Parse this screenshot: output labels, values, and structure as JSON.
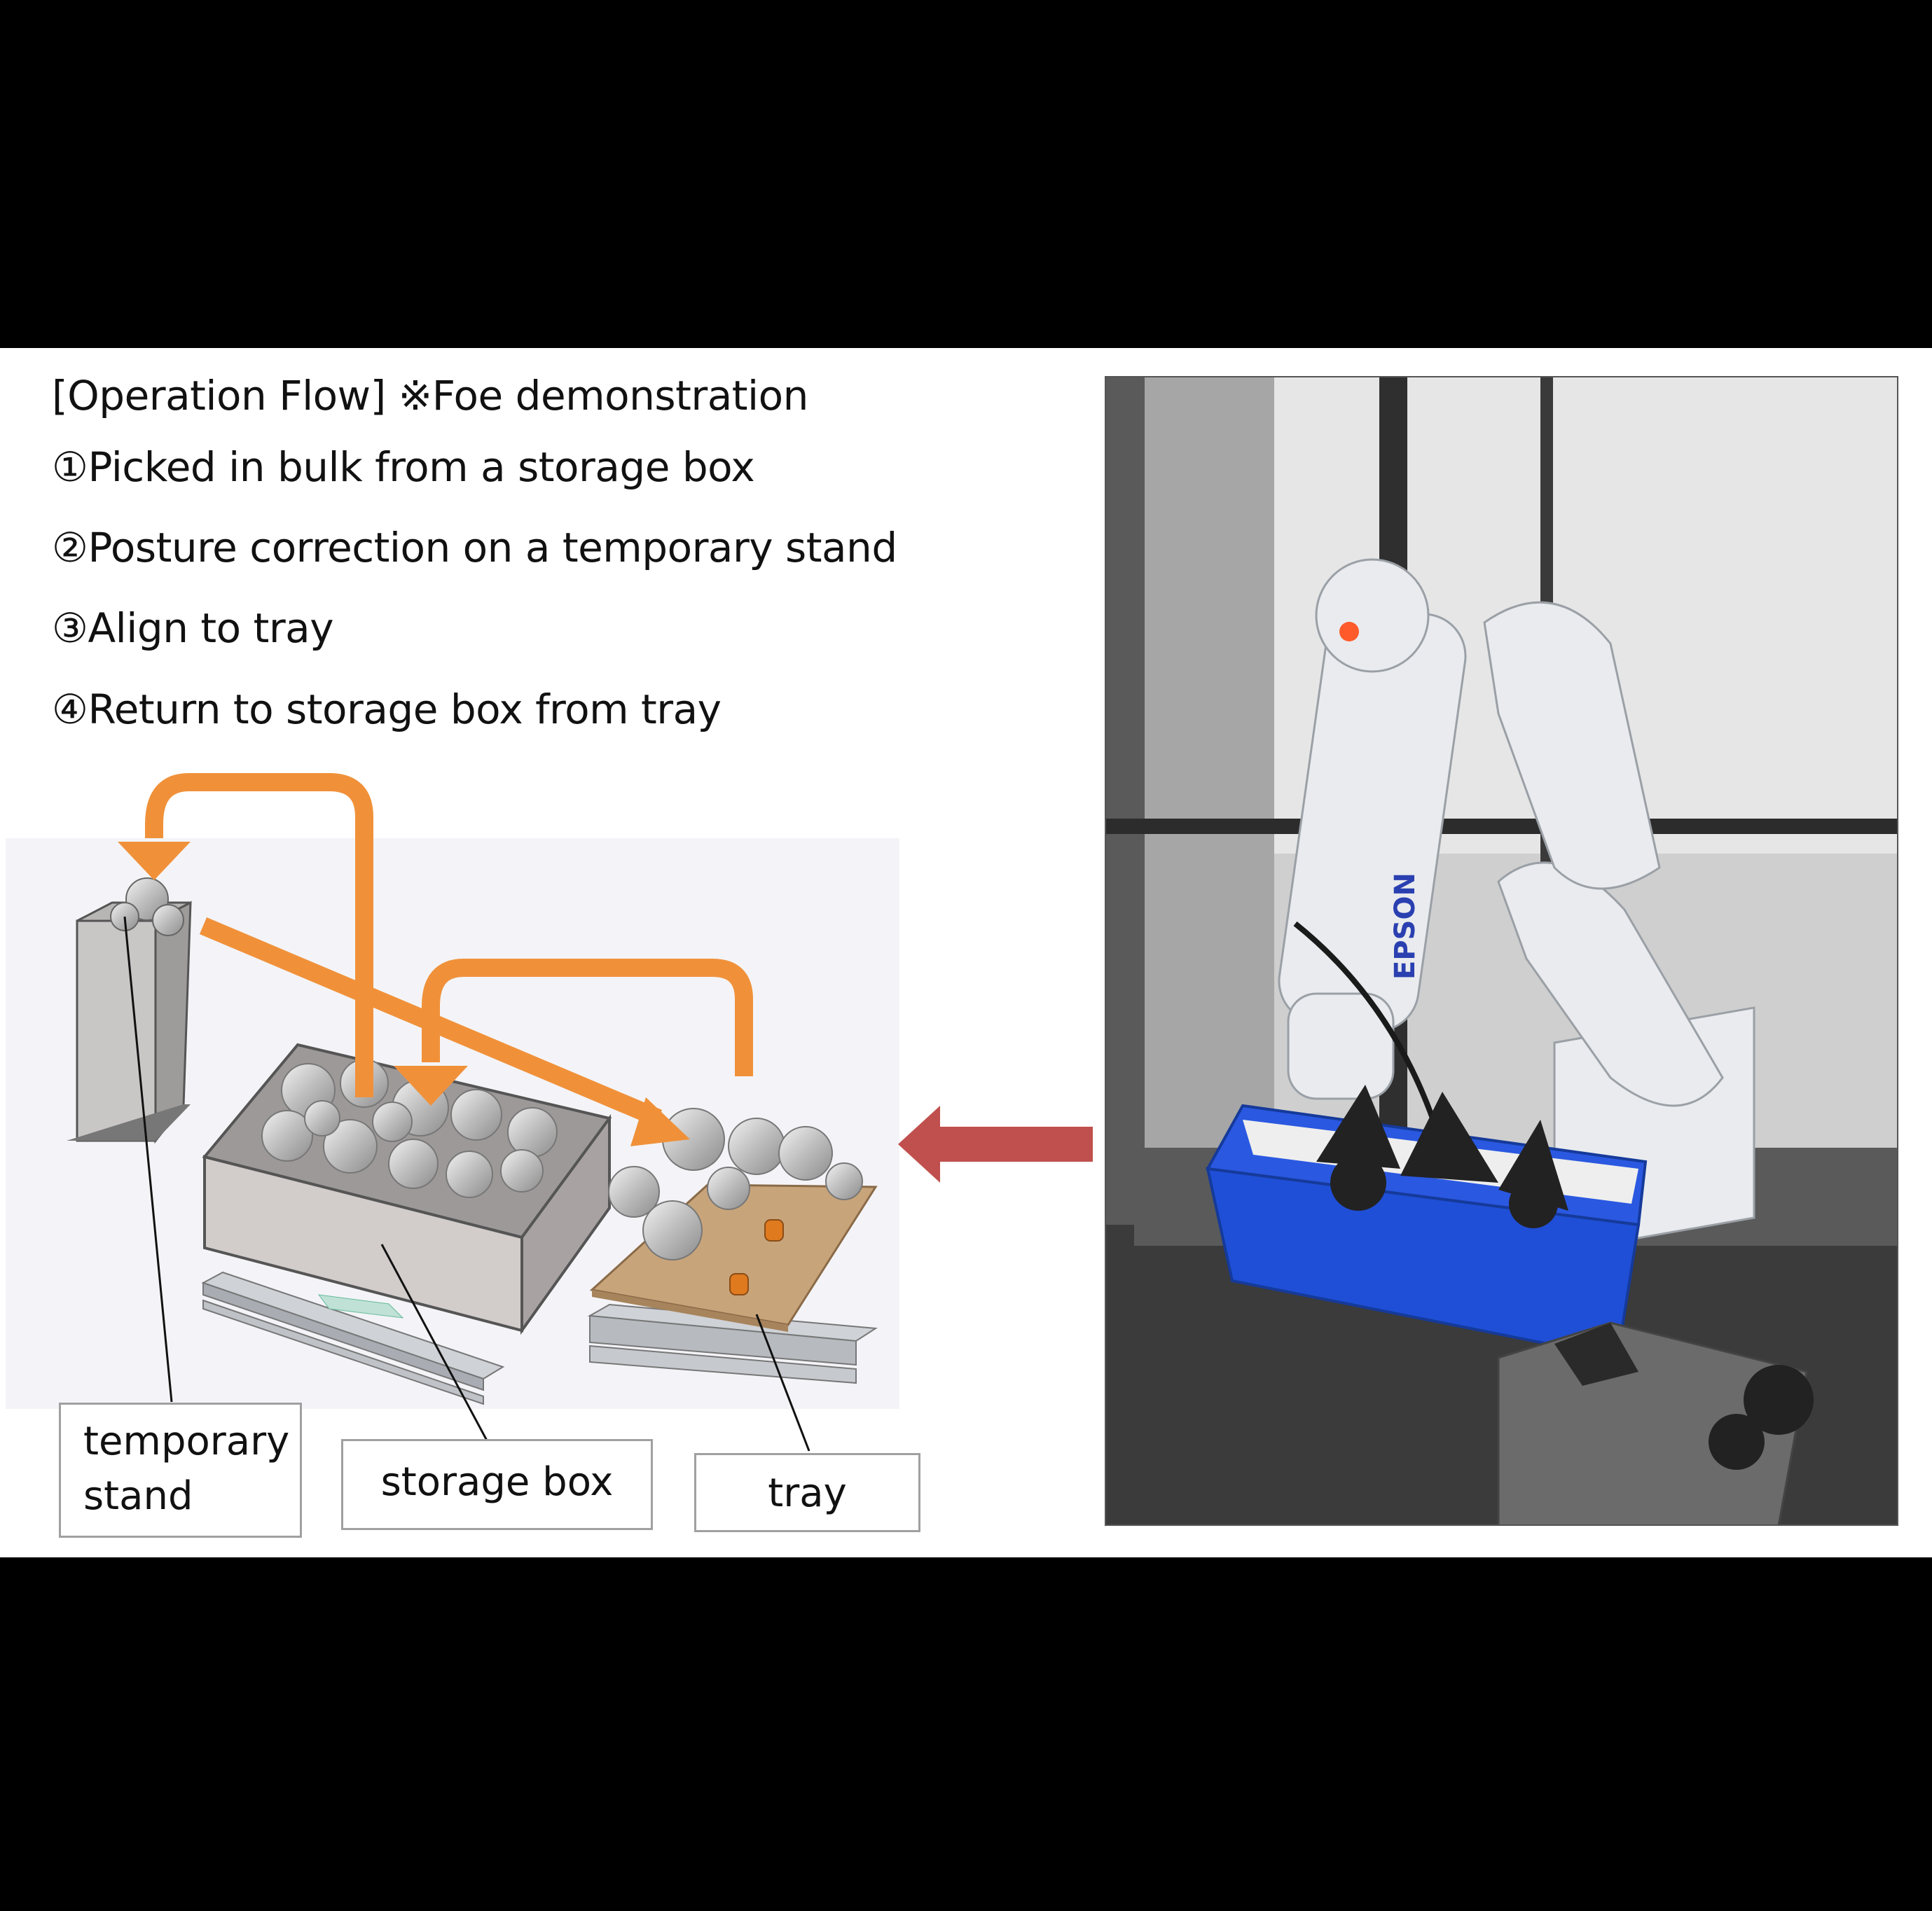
{
  "heading": "[Operation Flow]  ※Foe demonstration",
  "steps": [
    "①Picked in bulk from a storage box",
    "②Posture correction on a temporary stand",
    "③Align to tray",
    "④Return to storage box from tray"
  ],
  "labels": {
    "temporary_stand_line1": "temporary",
    "temporary_stand_line2": "stand",
    "storage_box": "storage box",
    "tray": "tray"
  },
  "photo": {
    "brand_text": "EPSON"
  },
  "colors": {
    "flow_arrow": "#f0913a",
    "pointer_arrow": "#c0504d",
    "robot_body": "#e9ebee",
    "bin": "#1f4fd6",
    "tray_plate": "#c8a47a",
    "brand_text": "#2a3fb0"
  }
}
